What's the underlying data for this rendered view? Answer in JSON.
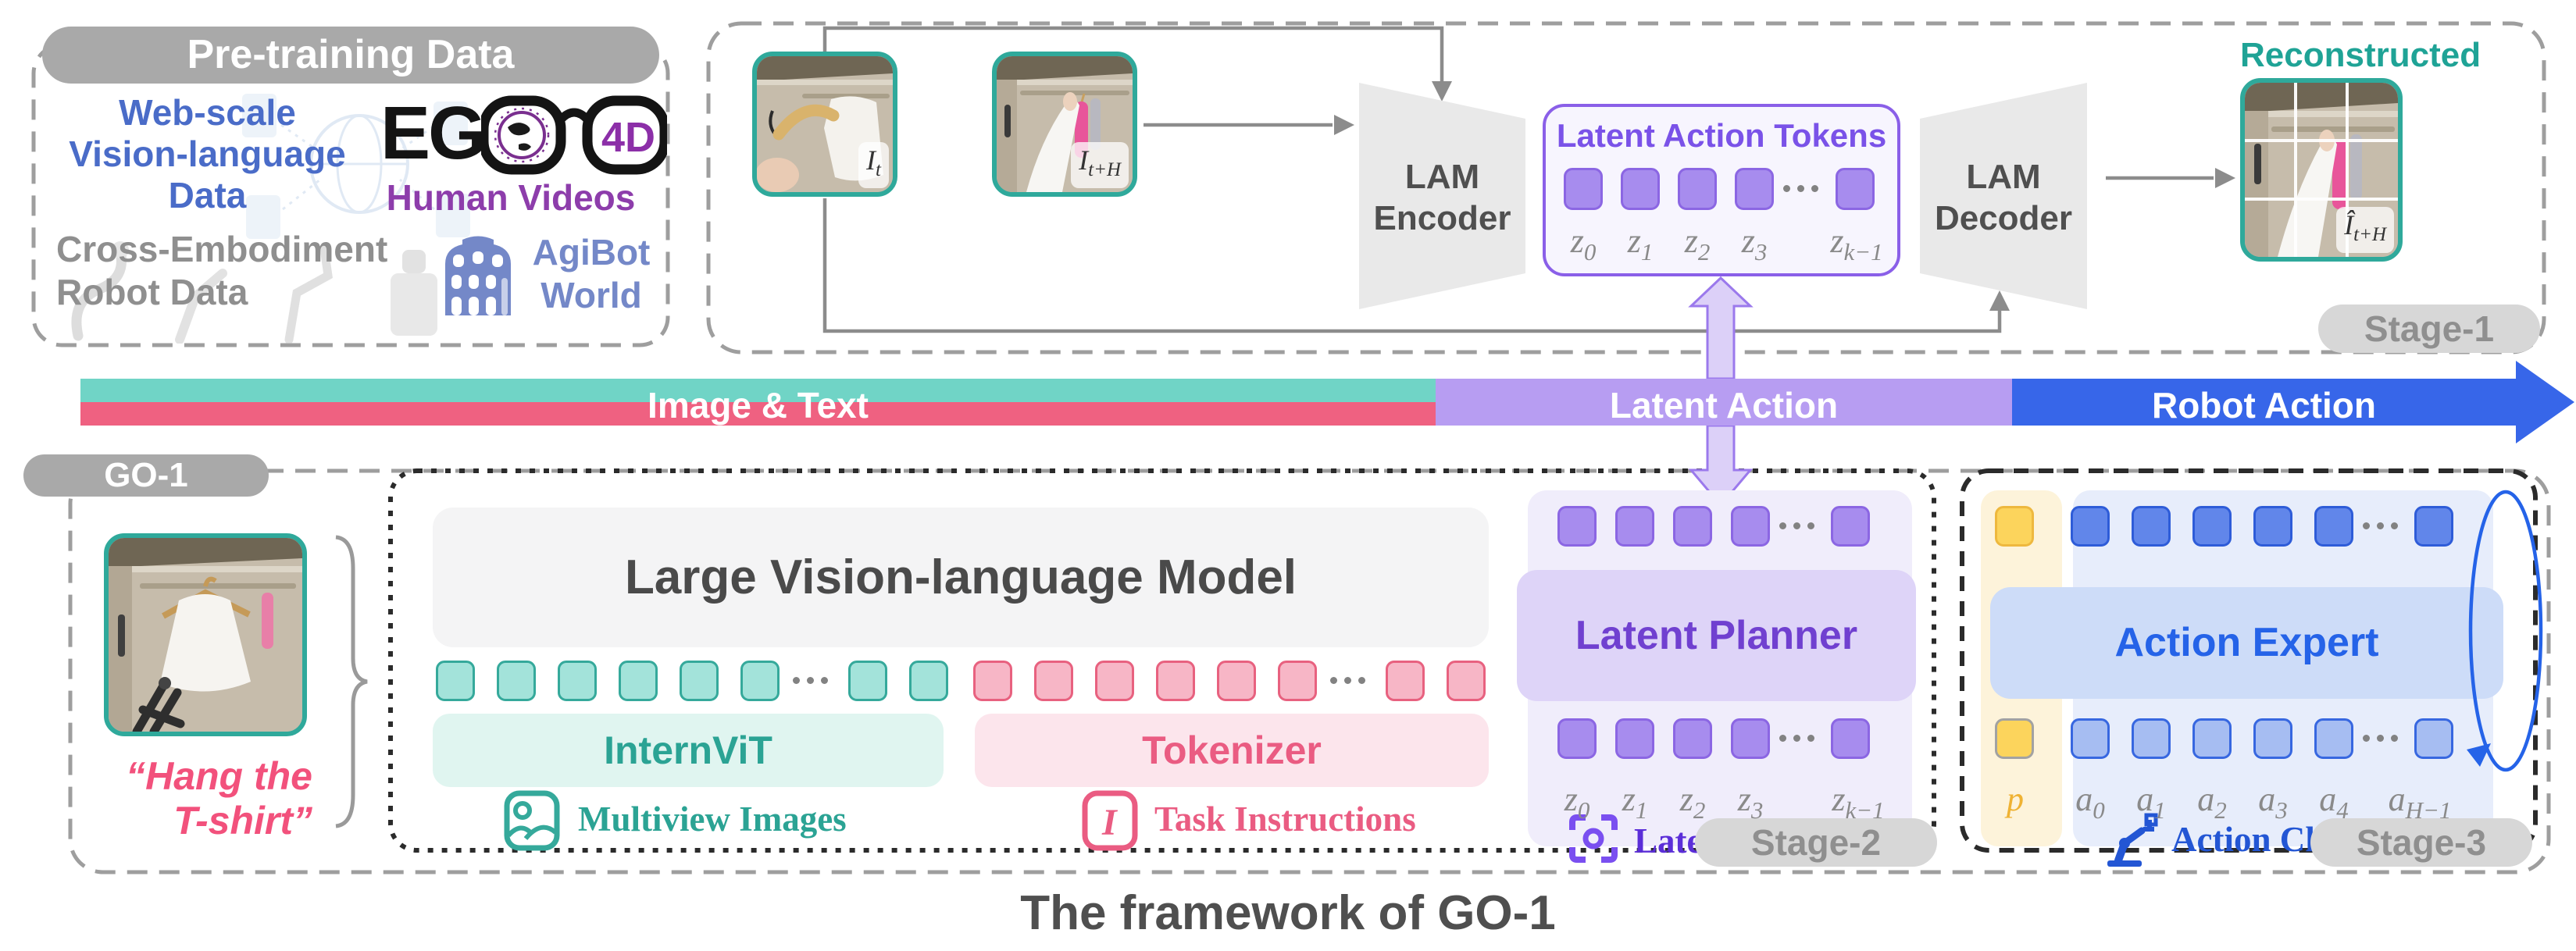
{
  "pretraining": {
    "title": "Pre-training Data",
    "web_scale_label": "Web-scale\nVision-language\nData",
    "ego_text": "EG",
    "ego_4d": "4D",
    "human_videos_label": "Human Videos",
    "cross_embodiment_label": "Cross-Embodiment\nRobot Data",
    "agibot_world_label": "AgiBot\nWorld"
  },
  "stage1": {
    "badge": "Stage-1",
    "encoder_label": "LAM\nEncoder",
    "decoder_label": "LAM\nDecoder",
    "latent_tokens_title": "Latent Action Tokens",
    "latent_token_count": {
      "before_dots": 4,
      "after_dots": 1
    },
    "z_labels": [
      {
        "base": "z",
        "sub": "0"
      },
      {
        "base": "z",
        "sub": "1"
      },
      {
        "base": "z",
        "sub": "2"
      },
      {
        "base": "z",
        "sub": "3"
      },
      {
        "base": "z",
        "sub": "k−1"
      }
    ],
    "input_image_label": {
      "base": "I",
      "sub": "t"
    },
    "goal_image_label": {
      "base": "I",
      "sub": "t+H"
    },
    "reconstructed_title": "Reconstructed",
    "reconstructed_image_label": {
      "base": "Î",
      "sub": "t+H"
    }
  },
  "timeline_bar": {
    "image_text": "Image & Text",
    "latent_action": "Latent Action",
    "robot_action": "Robot Action"
  },
  "go1": {
    "badge": "GO-1",
    "instruction": "“Hang the\nT-shirt”"
  },
  "stage2": {
    "badge": "Stage-2",
    "vlm_title": "Large Vision-language Model",
    "internvit_label": "InternViT",
    "tokenizer_label": "Tokenizer",
    "multiview_caption": "Multiview Images",
    "task_caption": "Task Instructions",
    "visual_token_count": {
      "before_dots": 6,
      "after_dots": 2
    },
    "text_token_count": {
      "before_dots": 6,
      "after_dots": 2
    },
    "latent_planner_label": "Latent Planner",
    "latent_planning_caption": "Latent Planning",
    "latent_token_count": {
      "before_dots": 4,
      "after_dots": 1
    },
    "z_labels": [
      {
        "base": "z",
        "sub": "0"
      },
      {
        "base": "z",
        "sub": "1"
      },
      {
        "base": "z",
        "sub": "2"
      },
      {
        "base": "z",
        "sub": "3"
      },
      {
        "base": "z",
        "sub": "k−1"
      }
    ]
  },
  "stage3": {
    "badge": "Stage-3",
    "action_expert_label": "Action Expert",
    "action_chunk_caption": "Action Chunk",
    "action_token_count": {
      "before_dots": 5,
      "after_dots": 1
    },
    "p_label": {
      "base": "p",
      "sub": ""
    },
    "a_labels": [
      {
        "base": "a",
        "sub": "0"
      },
      {
        "base": "a",
        "sub": "1"
      },
      {
        "base": "a",
        "sub": "2"
      },
      {
        "base": "a",
        "sub": "3"
      },
      {
        "base": "a",
        "sub": "4"
      },
      {
        "base": "a",
        "sub": "H−1"
      }
    ]
  },
  "caption": "The framework of GO-1",
  "colors": {
    "teal": "#2fa99b",
    "pink": "#ee5f80",
    "purple": "#8a63ea",
    "blue": "#2f63e0",
    "yellow": "#f5c542",
    "badge_gray": "#a9a9a9",
    "stage_pill_gray": "#d7d7d7"
  }
}
